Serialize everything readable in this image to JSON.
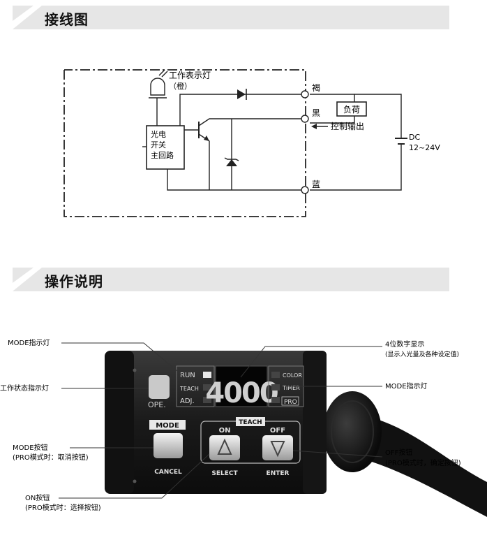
{
  "sections": {
    "wiring": {
      "title": "接线图"
    },
    "operation": {
      "title": "操作说明"
    }
  },
  "wiring_diagram": {
    "indicator_label": "工作表示灯",
    "indicator_color": "（橙）",
    "main_circuit": [
      "光电",
      "开关",
      "主回路"
    ],
    "wire_brown": "褐",
    "wire_black": "黑",
    "wire_blue": "蓝",
    "load": "负荷",
    "control_output": "控制输出",
    "supply_type": "DC",
    "supply_voltage": "12~24V"
  },
  "device": {
    "leds": [
      "RUN",
      "TEACH",
      "ADJ."
    ],
    "right_leds": [
      "COLOR",
      "TIMER",
      "PRO"
    ],
    "display_value": "4000",
    "ope_label": "OPE.",
    "mode_label": "MODE",
    "cancel_label": "CANCEL",
    "teach_label": "TEACH",
    "on_label": "ON",
    "off_label": "OFF",
    "select_label": "SELECT",
    "enter_label": "ENTER"
  },
  "callouts": {
    "mode_led_left": "MODE指示灯",
    "status_led": "工作状态指示灯",
    "mode_button": "MODE按钮",
    "mode_button_desc": "(PRO模式时：取消按钮)",
    "on_button": "ON按钮",
    "on_button_desc": "(PRO模式时：选择按钮)",
    "digit_display": "4位数字显示",
    "digit_display_desc": "(显示入光量及各种设定值)",
    "mode_led_right": "MODE指示灯",
    "off_button": "OFF按钮",
    "off_button_desc": "(PRO模式时，确定按钮)"
  },
  "colors": {
    "header_bg": "#e6e6e6",
    "slash": "#ffffff",
    "device_body": "#1c1c1c",
    "led_green": "#3aff3a"
  }
}
